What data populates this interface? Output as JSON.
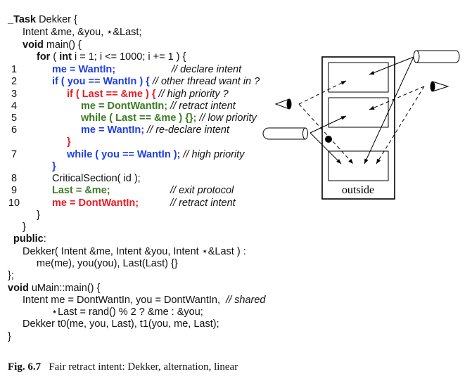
{
  "figure": {
    "caption_label": "Fig. 6.7",
    "caption_text": "Fair retract intent: Dekker, alternation, linear"
  },
  "code": {
    "task_kw": "_Task",
    "task_name": " Dekker {",
    "fields": "Intent &me, &you, ⋆&Last;",
    "void_kw": "void",
    "main_decl": " main() {",
    "for_kw": "for",
    "for_open": " ( ",
    "int_kw": "int",
    "for_rest": " i = 1; i <= 1000; i += 1 ) {",
    "numbered_lines": [
      {
        "num": "1",
        "code": "me = WantIn;",
        "color": "blue",
        "comment": "// declare intent"
      },
      {
        "num": "2",
        "code": "if ( you == WantIn ) {",
        "color": "blue",
        "comment": "// other thread want in ?"
      },
      {
        "num": "3",
        "code": "if ( Last == &me ) {",
        "color": "red",
        "comment": "// high priority ?"
      },
      {
        "num": "4",
        "code": "me = DontWantIn;",
        "color": "green",
        "comment": "// retract intent"
      },
      {
        "num": "5",
        "code": "while ( Last == &me ) {};",
        "color": "green",
        "comment": "// low priority"
      },
      {
        "num": "6",
        "code": "me = WantIn;",
        "color": "blue",
        "comment": "// re-declare intent"
      },
      {
        "num": "",
        "code": "}",
        "color": "red",
        "comment": ""
      },
      {
        "num": "7",
        "code": "while ( you == WantIn );",
        "color": "blue",
        "comment": "// high priority"
      },
      {
        "num": "",
        "code": "}",
        "color": "blue",
        "comment": ""
      },
      {
        "num": "8",
        "code": "CriticalSection( id );",
        "color": "black",
        "comment": ""
      },
      {
        "num": "9",
        "code": "Last = &me;",
        "color": "green",
        "comment": "// exit protocol"
      },
      {
        "num": "10",
        "code": "me = DontWantIn;",
        "color": "red",
        "comment": "// retract intent"
      }
    ],
    "close_for": "}",
    "close_main": "}",
    "public_kw": "public",
    "public_colon": ":",
    "ctor_line1": "Dekker( Intent &me, Intent &you, Intent ⋆&Last ) :",
    "ctor_line2": "me(me), you(you), Last(Last) {}",
    "close_task": "};",
    "umain_void": "void",
    "umain_decl": " uMain::main() {",
    "umain_line1": "Intent me = DontWantIn, you = DontWantIn,",
    "umain_line1_comment": "// shared",
    "umain_line2": "⋆Last = rand() % 2 ? &me : &you;",
    "umain_line3": "Dekker t0(me, you, Last), t1(you, me, Last);",
    "close_umain": "}"
  },
  "diagram": {
    "region_label": "outside",
    "colors": {
      "stroke": "#000000",
      "background": "#ffffff"
    }
  }
}
